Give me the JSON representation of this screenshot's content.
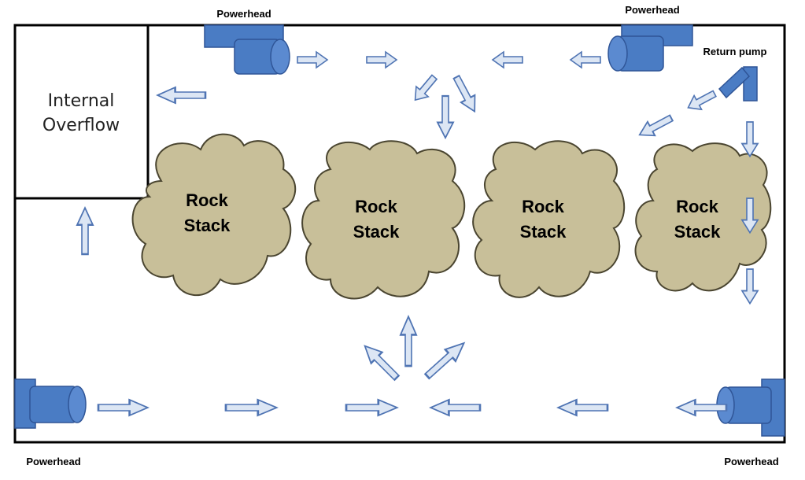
{
  "labels": {
    "powerhead_top_left": "Powerhead",
    "powerhead_top_right": "Powerhead",
    "powerhead_bottom_left": "Powerhead",
    "powerhead_bottom_right": "Powerhead",
    "return_pump": "Return pump",
    "overflow_line1": "Internal",
    "overflow_line2": "Overflow"
  },
  "rocks": [
    {
      "line1": "Rock",
      "line2": "Stack"
    },
    {
      "line1": "Rock",
      "line2": "Stack"
    },
    {
      "line1": "Rock",
      "line2": "Stack"
    },
    {
      "line1": "Rock",
      "line2": "Stack"
    }
  ],
  "colors": {
    "pump": "#4a7cc4",
    "arrow_fill": "#dce6f4",
    "arrow_stroke": "#4f74b3",
    "rock_fill": "#c8bf99",
    "tank_border": "#000000"
  }
}
